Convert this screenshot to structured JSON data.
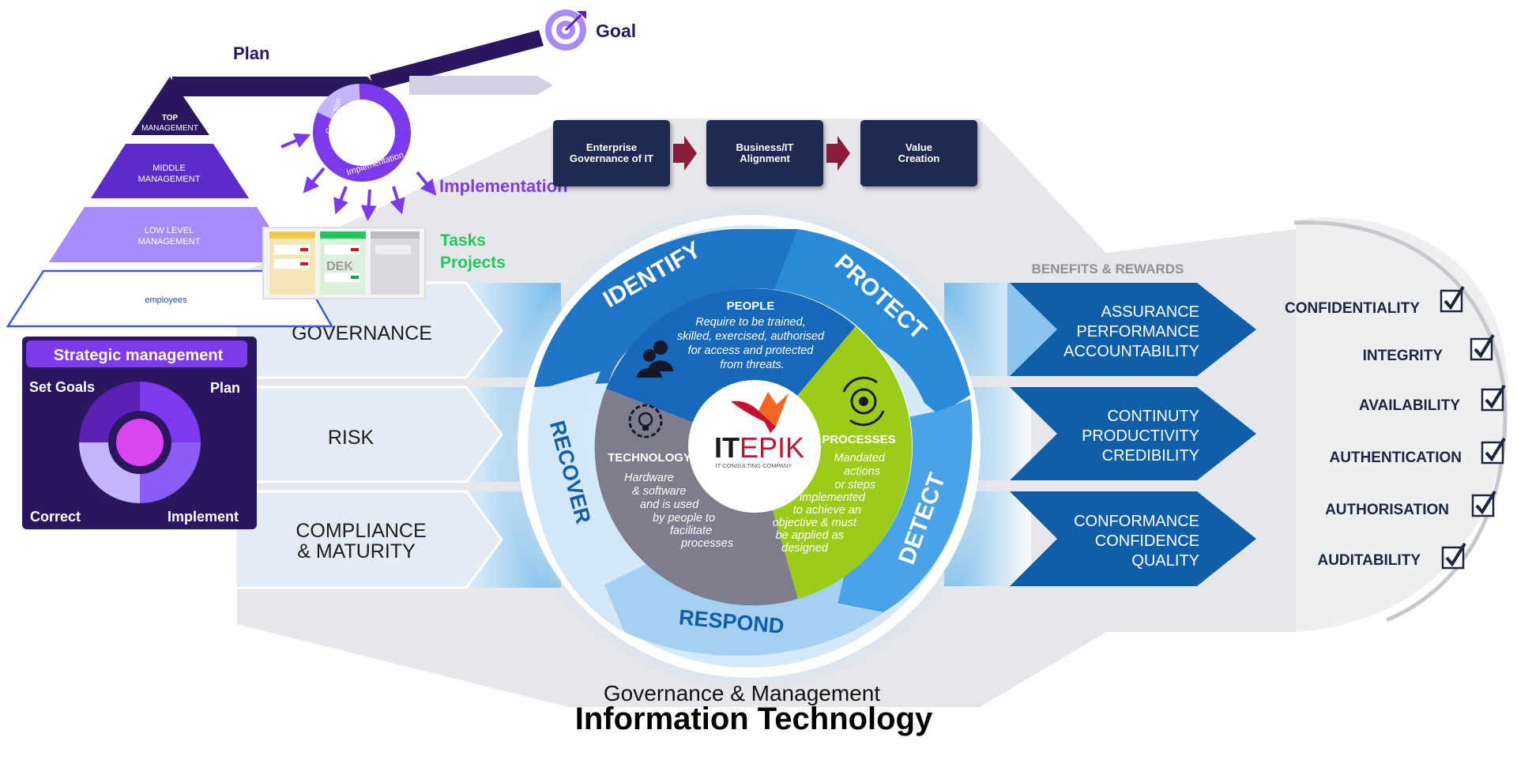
{
  "plan_chart": {
    "plan": "Plan",
    "goal": "Goal",
    "implementation": "Implementation",
    "tasks": "Tasks",
    "projects": "Projects",
    "correction": "Correction",
    "implementation_arc": "Implementation",
    "pyramid": [
      "TOP",
      "MANAGEMENT",
      "MIDDLE",
      "MANAGEMENT",
      "LOW LEVEL",
      "MANAGEMENT",
      "employees"
    ],
    "board_text": "DEK"
  },
  "strategic": {
    "title": "Strategic management",
    "set_goals": "Set Goals",
    "plan": "Plan",
    "correct": "Correct",
    "implement": "Implement"
  },
  "flow": {
    "boxes": [
      {
        "line1": "Enterprise",
        "line2": "Governance of IT"
      },
      {
        "line1": "Business/IT",
        "line2": "Alignment"
      },
      {
        "line1": "Value",
        "line2": "Creation"
      }
    ]
  },
  "inputs": {
    "governance": "GOVERNANCE",
    "risk": "RISK",
    "compliance_1": "COMPLIANCE",
    "compliance_2": "& MATURITY"
  },
  "wheel": {
    "identify": "IDENTIFY",
    "protect": "PROTECT",
    "detect": "DETECT",
    "respond": "RESPOND",
    "recover": "RECOVER",
    "people_title": "PEOPLE",
    "people_text": [
      "Require to be trained,",
      "skilled, exercised, authorised",
      "for access and protected",
      "from threats."
    ],
    "processes_title": "PROCESSES",
    "processes_text": [
      "Mandated",
      "actions",
      "or steps",
      "implemented",
      "to achieve an",
      "objective & must",
      "be applied as",
      "designed"
    ],
    "technology_title": "TECHNOLOGY",
    "technology_text": [
      "Hardware",
      "& software",
      "and is used",
      "by people to",
      "facilitate",
      "processes"
    ],
    "logo_it": "IT",
    "logo_epik": "EPIK",
    "logo_sub": "IT CONSULTING COMPANY"
  },
  "benefits": {
    "heading": "BENEFITS & REWARDS",
    "a1": "ASSURANCE",
    "a2": "PERFORMANCE",
    "a3": "ACCOUNTABILITY",
    "b1": "CONTINUTY",
    "b2": "PRODUCTIVITY",
    "b3": "CREDIBILITY",
    "c1": "CONFORMANCE",
    "c2": "CONFIDENCE",
    "c3": "QUALITY"
  },
  "security": {
    "items": [
      "CONFIDENTIALITY",
      "INTEGRITY",
      "AVAILABILITY",
      "AUTHENTICATION",
      "AUTHORISATION",
      "AUDITABILITY"
    ]
  },
  "footer": {
    "line1": "Governance & Management",
    "line2": "Information Technology"
  },
  "colors": {
    "purple_dark": "#2a1760",
    "purple": "#7c3aed",
    "blue_dark": "#0f5fa8",
    "blue": "#1f7fd1",
    "blue_light": "#8cc4ee",
    "green": "#9ccc1a",
    "grey": "#7d7d8e",
    "logo_red": "#c8102e",
    "logo_orange": "#f26522"
  }
}
